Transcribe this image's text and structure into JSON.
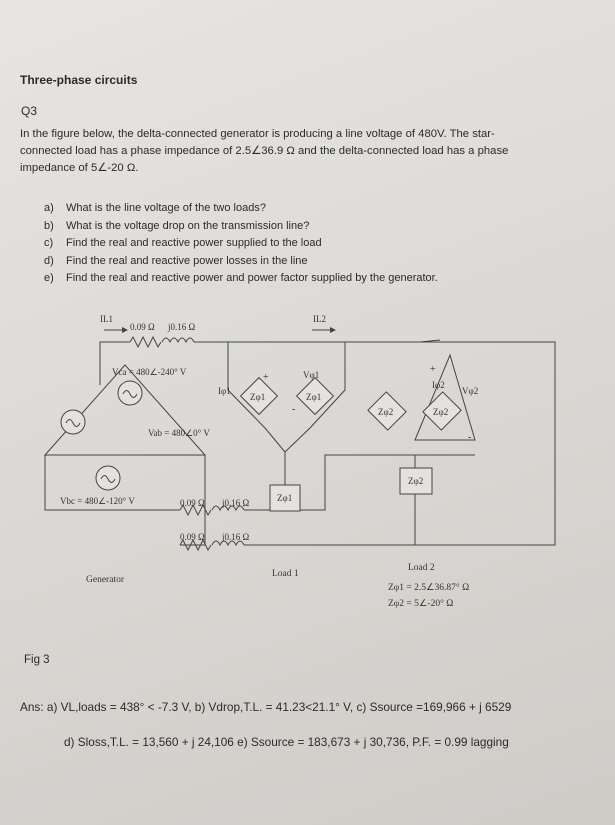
{
  "document": {
    "heading": "Three-phase circuits",
    "question_number": "Q3",
    "intro_lines": [
      "In the figure below, the delta-connected generator is producing a line voltage of 480V. The star-",
      "connected load has a phase impedance of 2.5∠36.9 Ω and the delta-connected load has a phase",
      "impedance of 5∠-20 Ω."
    ],
    "questions": [
      {
        "label": "a)",
        "text": "What is the line voltage of the two loads?"
      },
      {
        "label": "b)",
        "text": "What is the voltage drop on the transmission line?"
      },
      {
        "label": "c)",
        "text": "Find the real and reactive power supplied to the load"
      },
      {
        "label": "d)",
        "text": "Find the real and reactive power losses in the line"
      },
      {
        "label": "e)",
        "text": "Find the real and reactive power and power factor supplied by the generator."
      }
    ],
    "figure_label": "Fig 3",
    "answers": {
      "line1": "Ans: a) VL,loads = 438° < -7.3 V, b) Vdrop,T.L. = 41.23<21.1° V, c) Ssource =169,966 + j 6529",
      "line2": "d) Sloss,T.L. = 13,560 + j 24,106  e) Ssource = 183,673 + j 30,736, P.F. = 0.99 lagging"
    }
  },
  "circuit": {
    "line_current_1": "IL1",
    "line_current_2": "IL2",
    "line_resistance": "0.09 Ω",
    "line_reactance": "j0.16 Ω",
    "v_ca": "Vca = 480∠-240° V",
    "v_ab": "Vab = 480∠0° V",
    "v_bc": "Vbc = 480∠-120° V",
    "generator_label": "Generator",
    "load1_label": "Load 1",
    "load2_label": "Load 2",
    "z_phi1": "Zφ1",
    "z_phi2": "Zφ2",
    "i_phi1": "Iφ1",
    "i_phi2": "Iφ2",
    "v_phi1": "Vφ1",
    "v_phi2": "Vφ2",
    "z1_value": "Zφ1 = 2.5∠36.87° Ω",
    "z2_value": "Zφ2 = 5∠-20° Ω",
    "plus_sign": "+",
    "minus_sign": "-"
  }
}
